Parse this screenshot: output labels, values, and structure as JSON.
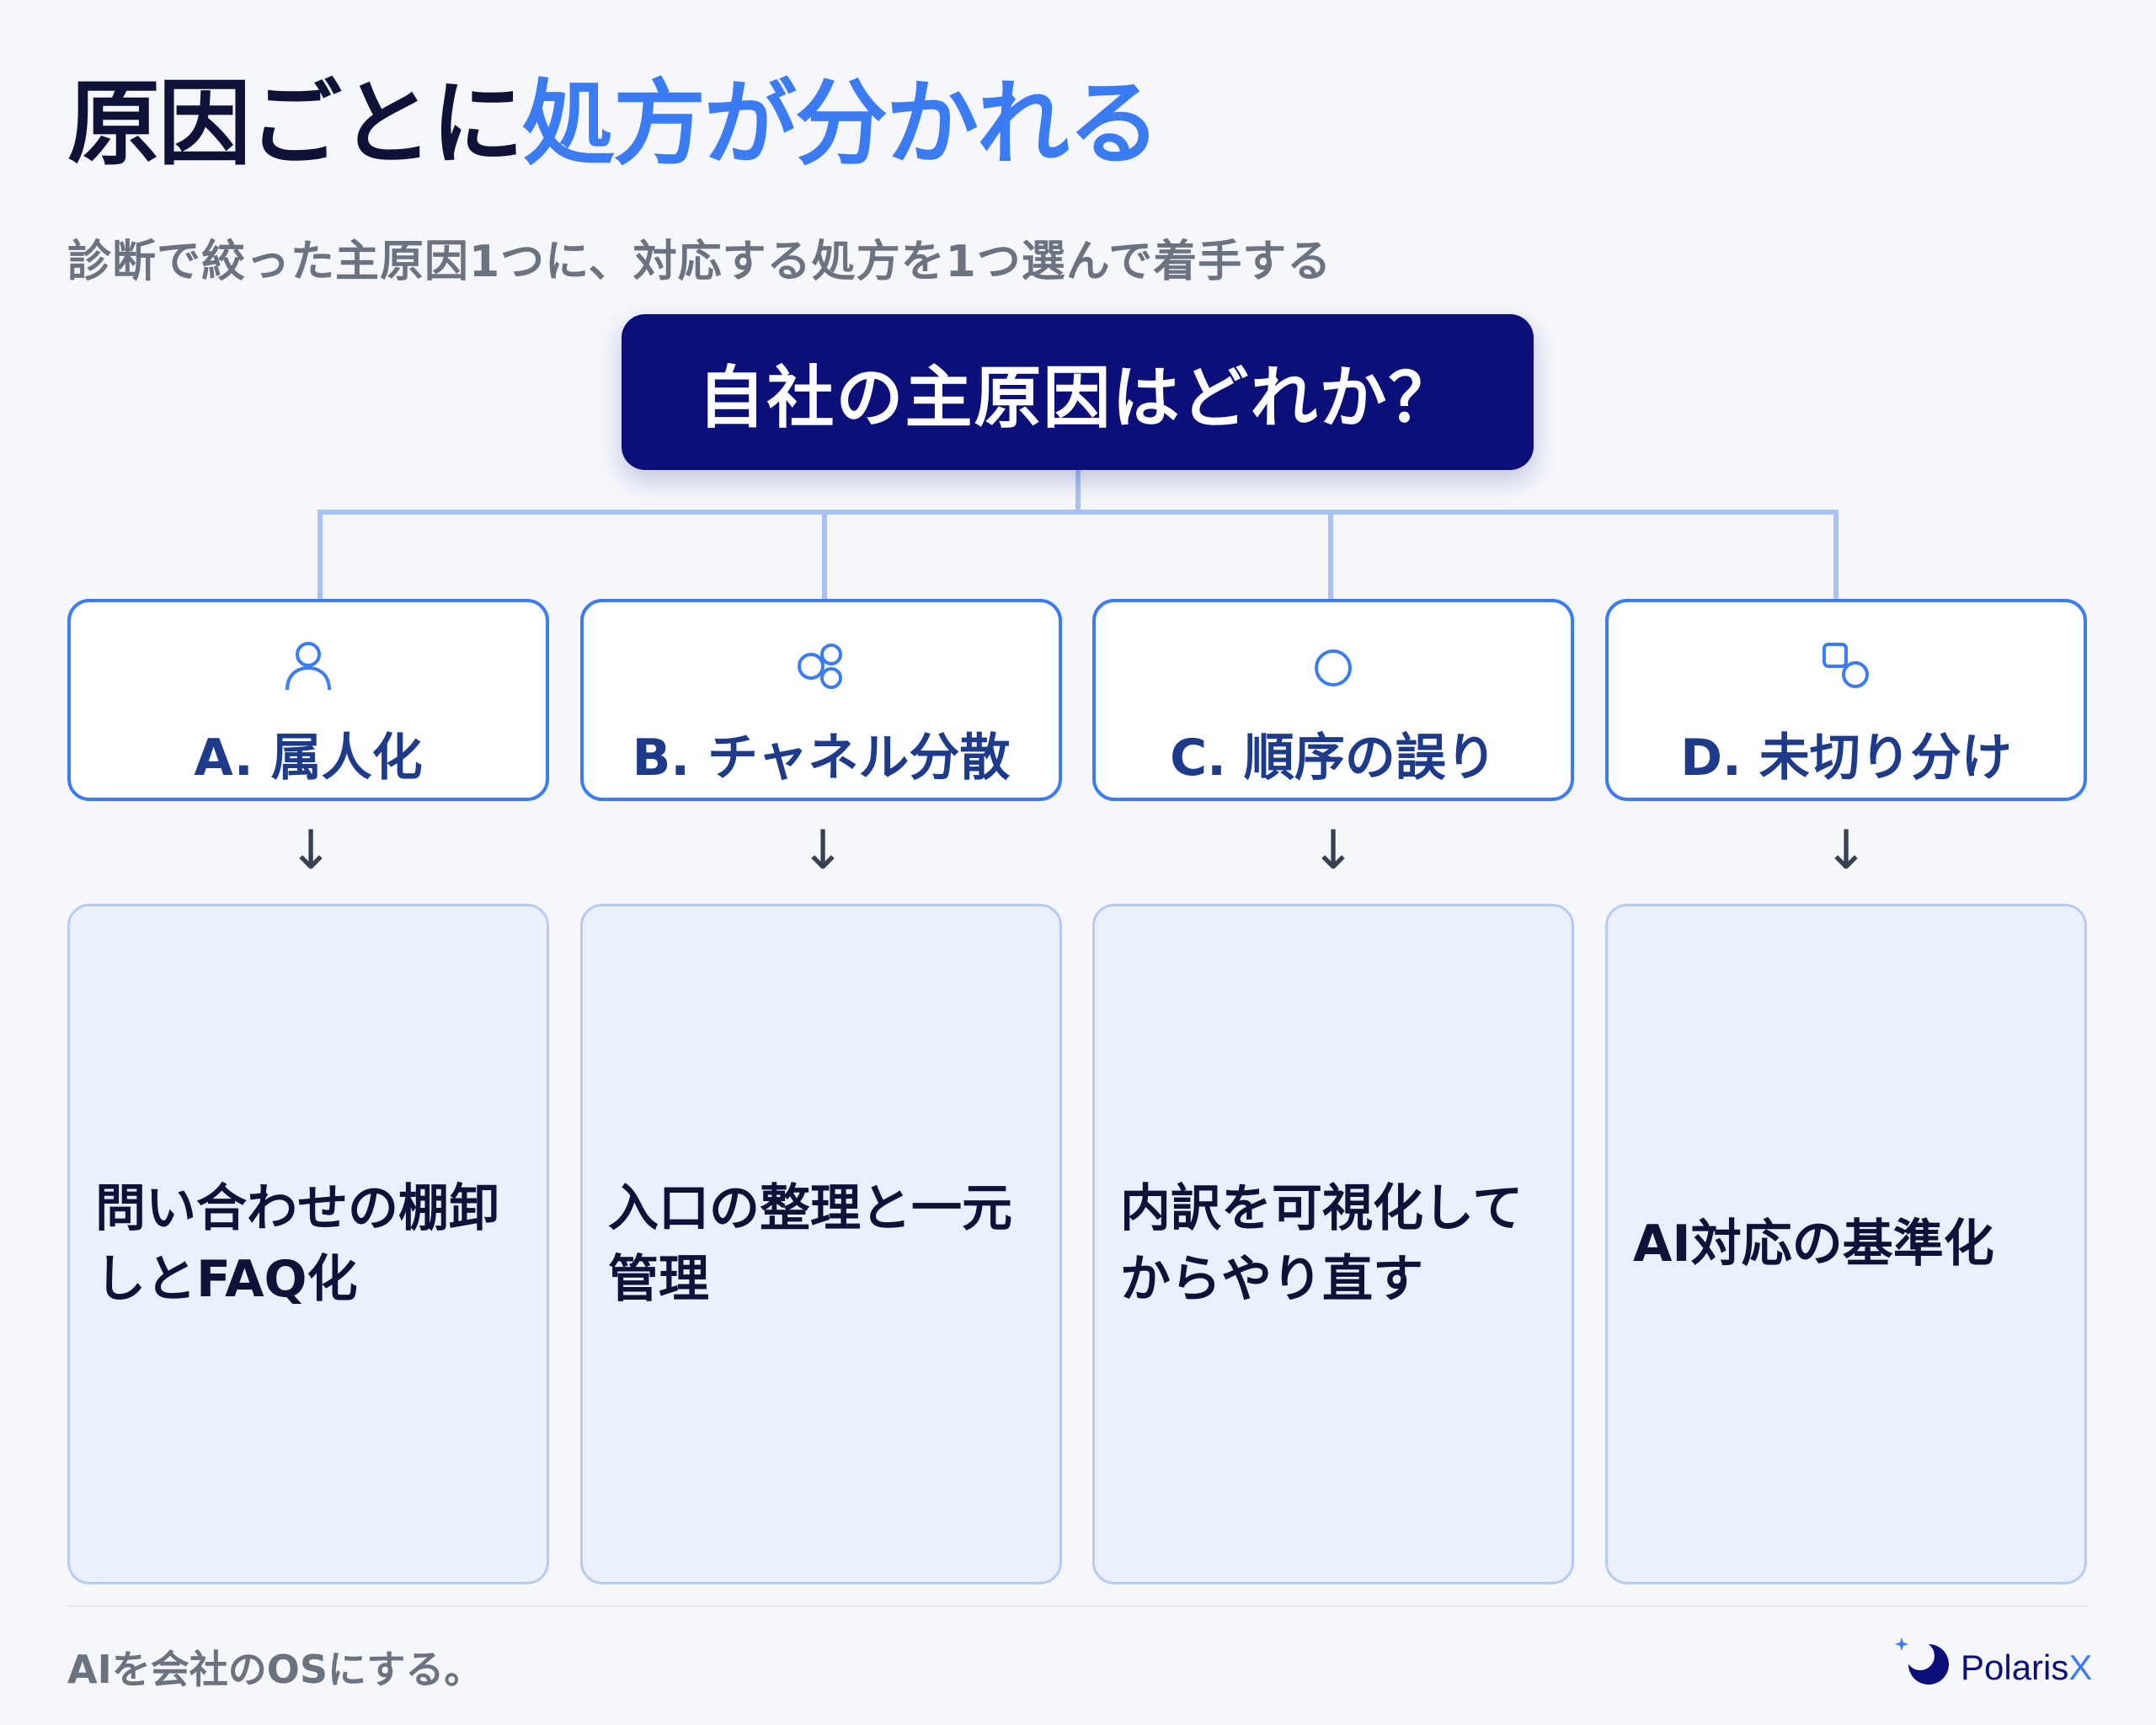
{
  "header": {
    "title_part1": "原因ごとに",
    "title_part2": "処方が分かれる",
    "subtitle": "診断で絞った主原因1つに、対応する処方を1つ選んで着手する"
  },
  "root": {
    "label": "自社の主原因はどれか？"
  },
  "causes": [
    {
      "label": "A. 属人化",
      "icon": "person-icon",
      "prescription": "問い合わせの棚卸しとFAQ化"
    },
    {
      "label": "B. チャネル分散",
      "icon": "scatter-circles-icon",
      "prescription": "入口の整理と一元管理"
    },
    {
      "label": "C. 順序の誤り",
      "icon": "circle-icon",
      "prescription": "内訳を可視化してからやり直す"
    },
    {
      "label": "D. 未切り分け",
      "icon": "square-circle-icon",
      "prescription": "AI対応の基準化"
    }
  ],
  "arrow_glyph": "↓",
  "footer": {
    "tagline": "AIを会社のOSにする。",
    "brand_main": "Polaris",
    "brand_accent": "X"
  },
  "colors": {
    "navy": "#0a0f7a",
    "accent": "#3b7cf5",
    "card_border": "#3b7cf5",
    "connector": "#a9c2f3",
    "result_bg": "#eaf0fc"
  }
}
